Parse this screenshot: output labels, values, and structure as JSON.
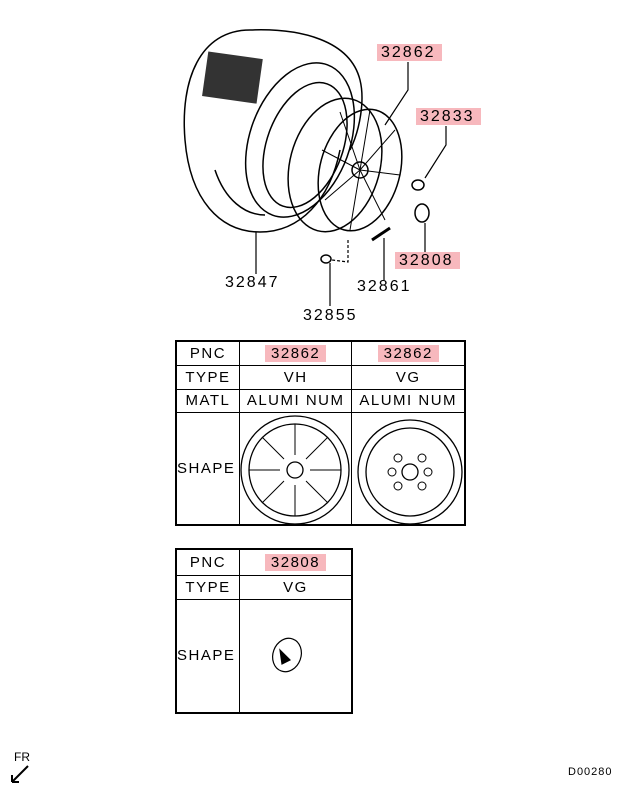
{
  "callouts": [
    {
      "pnc": "32862",
      "highlighted": true
    },
    {
      "pnc": "32833",
      "highlighted": true
    },
    {
      "pnc": "32808",
      "highlighted": true
    },
    {
      "pnc": "32847",
      "highlighted": false
    },
    {
      "pnc": "32861",
      "highlighted": false
    },
    {
      "pnc": "32855",
      "highlighted": false
    }
  ],
  "wheel_table": {
    "row_headers": [
      "PNC",
      "TYPE",
      "MATL",
      "SHAPE"
    ],
    "columns": [
      {
        "pnc": "32862",
        "type": "VH",
        "matl": "ALUMI NUM"
      },
      {
        "pnc": "32862",
        "type": "VG",
        "matl": "ALUMI NUM"
      }
    ]
  },
  "cap_table": {
    "row_headers": [
      "PNC",
      "TYPE",
      "SHAPE"
    ],
    "columns": [
      {
        "pnc": "32808",
        "type": "VG"
      }
    ]
  },
  "direction_label": "FR",
  "diagram_code": "D00280",
  "highlight_color": "#f7b8bd"
}
